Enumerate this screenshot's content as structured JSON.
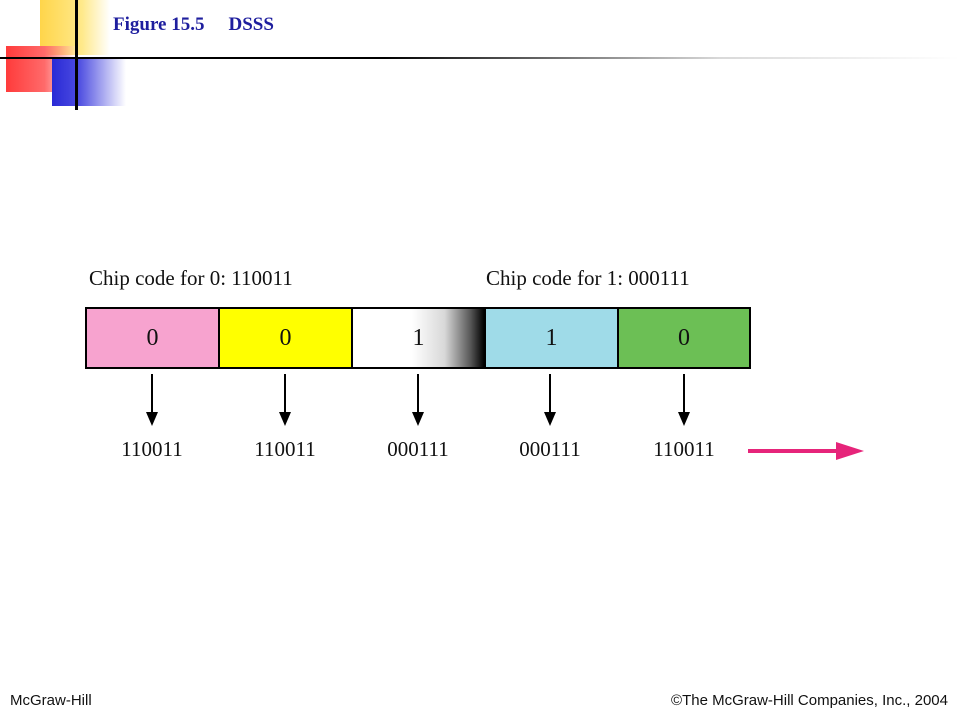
{
  "header": {
    "figure_label": "Figure 15.5",
    "figure_title": "DSSS"
  },
  "diagram": {
    "chip_code_0_label": "Chip code for 0: 110011",
    "chip_code_1_label": "Chip code for 1: 000111",
    "bits": [
      {
        "value": "0",
        "color": "#f7a3cf"
      },
      {
        "value": "0",
        "color": "#ffff00"
      },
      {
        "value": "1",
        "color": "gradient-white-to-black"
      },
      {
        "value": "1",
        "color": "#9fdbe8"
      },
      {
        "value": "0",
        "color": "#6cbf55"
      }
    ],
    "codes": [
      "110011",
      "110011",
      "000111",
      "000111",
      "110011"
    ],
    "time_arrow_color": "#e6247a"
  },
  "footer": {
    "left": "McGraw-Hill",
    "right": "©The McGraw-Hill Companies, Inc., 2004"
  }
}
